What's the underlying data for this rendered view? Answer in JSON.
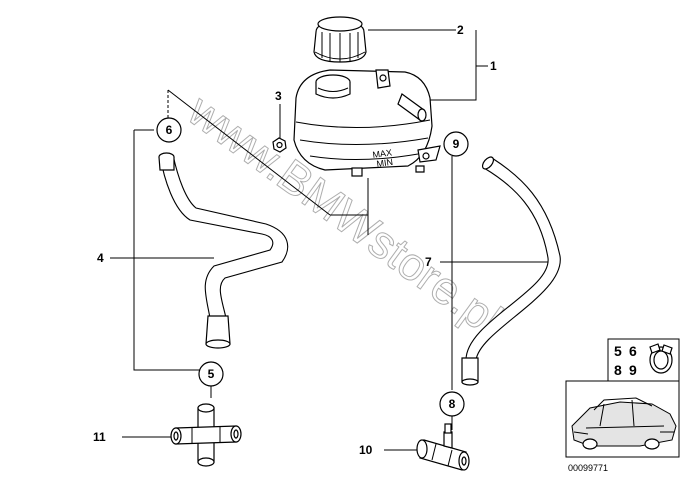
{
  "watermark": "www.BMWstore.pl",
  "catalog_number": "00099771",
  "labels": {
    "p1": "1",
    "p2": "2",
    "p3": "3",
    "p4": "4",
    "p5": "5",
    "p6": "6",
    "p7": "7",
    "p8": "8",
    "p9": "9",
    "p10": "10",
    "p11": "11"
  },
  "tank_marks": {
    "max": "MAX",
    "min": "MIN"
  },
  "inset": {
    "n5": "5",
    "n6": "6",
    "n8": "8",
    "n9": "9"
  },
  "icons": [
    "expansion-tank",
    "tank-cap",
    "nut",
    "hose-clamp",
    "coolant-hose",
    "t-connector",
    "cross-connector",
    "car-silhouette"
  ]
}
